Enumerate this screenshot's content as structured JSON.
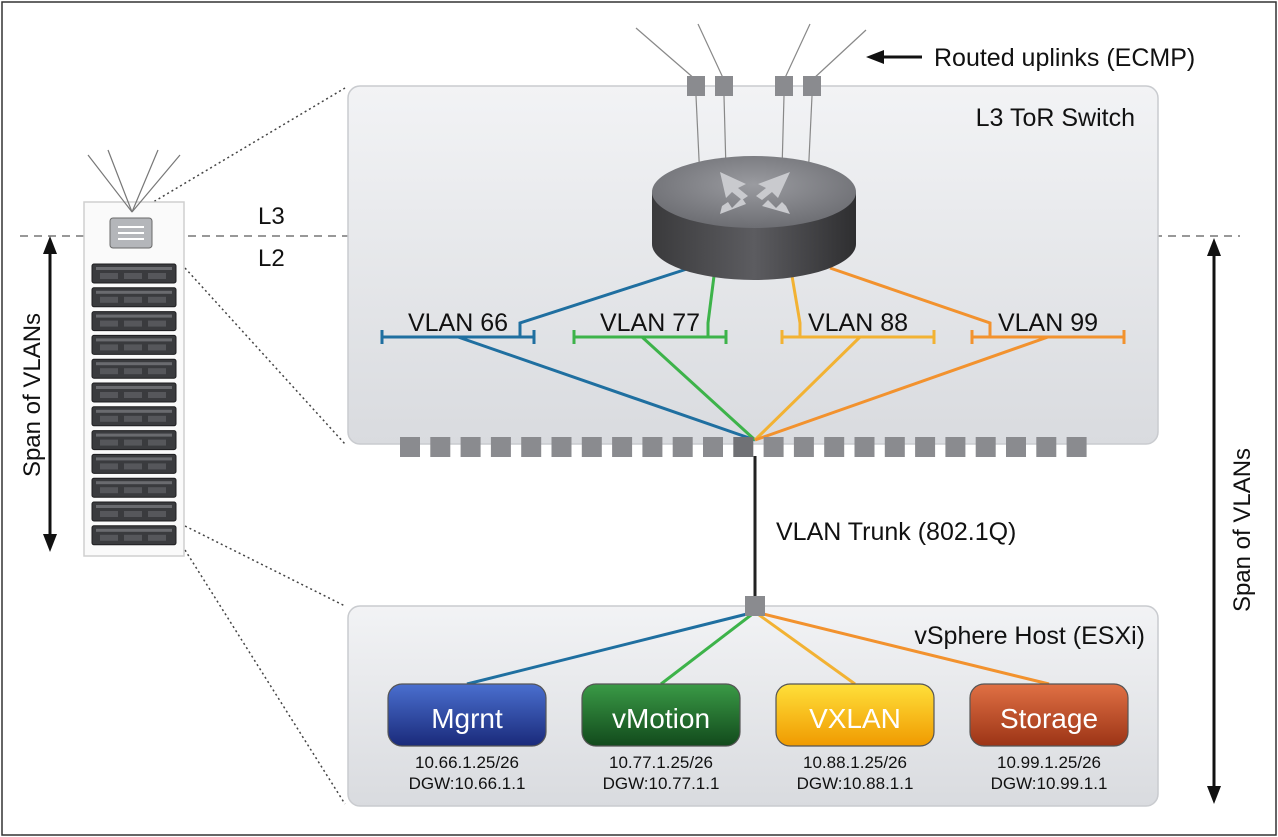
{
  "labels": {
    "routed_uplinks": "Routed uplinks (ECMP)",
    "tor_switch": "L3 ToR Switch",
    "l3": "L3",
    "l2": "L2",
    "span_left": "Span of VLANs",
    "span_right": "Span of VLANs",
    "vlan_trunk": "VLAN Trunk (802.1Q)",
    "vsphere_host": "vSphere Host (ESXi)"
  },
  "vlans": [
    {
      "label": "VLAN 66",
      "color": "#1f6fa0"
    },
    {
      "label": "VLAN 77",
      "color": "#3db34a"
    },
    {
      "label": "VLAN 88",
      "color": "#f2b233"
    },
    {
      "label": "VLAN 99",
      "color": "#f2922e"
    }
  ],
  "vmkernels": [
    {
      "name": "Mgrnt",
      "ip": "10.66.1.25/26",
      "gateway": "DGW:10.66.1.1",
      "color_top": "#3b5fbf",
      "color_bottom": "#1c2e80"
    },
    {
      "name": "vMotion",
      "ip": "10.77.1.25/26",
      "gateway": "DGW:10.77.1.1",
      "color_top": "#2f8a3a",
      "color_bottom": "#145020"
    },
    {
      "name": "VXLAN",
      "ip": "10.88.1.25/26",
      "gateway": "DGW:10.88.1.1",
      "color_top": "#ffd21a",
      "color_bottom": "#f2a400"
    },
    {
      "name": "Storage",
      "ip": "10.99.1.25/26",
      "gateway": "DGW:10.99.1.1",
      "color_top": "#d8663a",
      "color_bottom": "#a73a1a"
    }
  ]
}
